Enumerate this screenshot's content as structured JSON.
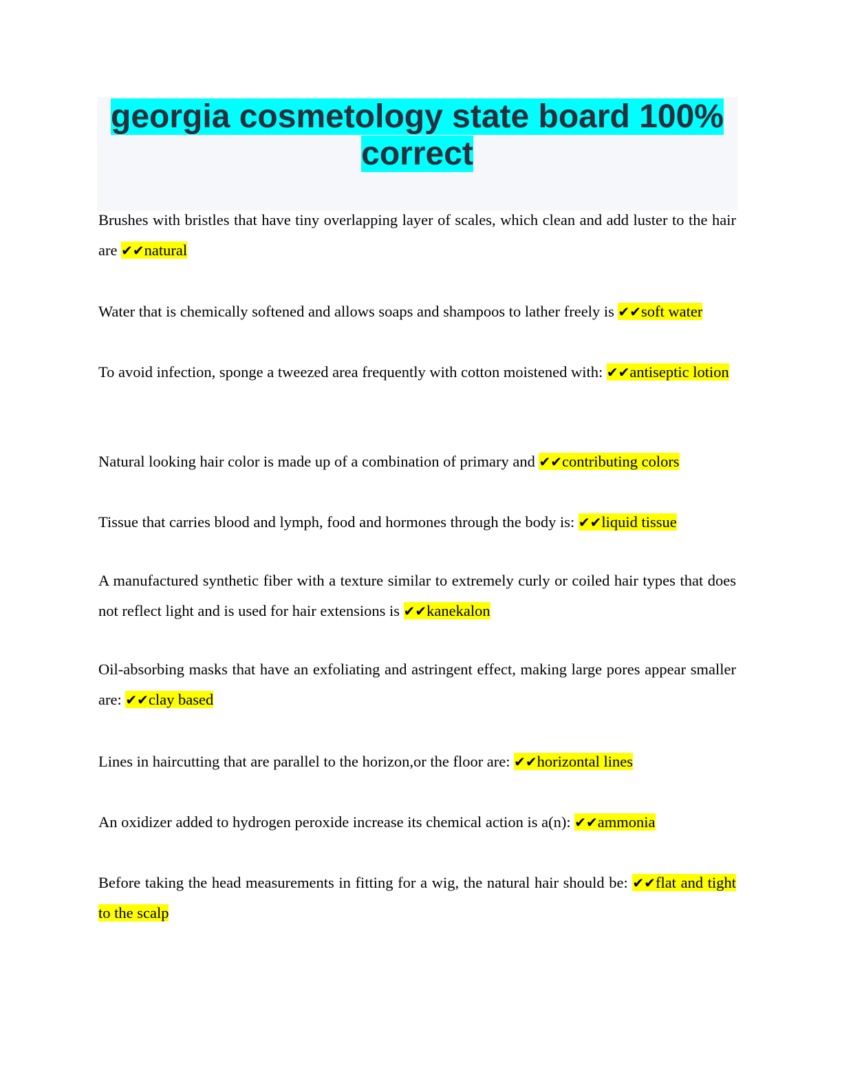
{
  "title": "georgia cosmetology state board 100% correct",
  "check_mark": "✔✔",
  "colors": {
    "title_highlight": "#00ffff",
    "answer_highlight": "#ffff00",
    "title_box": "#f6f7fa"
  },
  "items": [
    {
      "question": "Brushes with bristles that have tiny overlapping layer of scales, which clean and add luster to the hair are ",
      "answer": "natural"
    },
    {
      "question": "Water that is chemically softened and allows soaps and shampoos to lather freely is ",
      "answer": "soft water"
    },
    {
      "question": "To avoid infection, sponge a tweezed area frequently with cotton moistened with: ",
      "answer": "antiseptic lotion"
    },
    {
      "question": "Natural looking hair color is made up of a combination of primary and ",
      "answer": "contributing colors"
    },
    {
      "question": "Tissue that carries blood and lymph, food and hormones through the body is: ",
      "answer": "liquid tissue"
    },
    {
      "question": "A manufactured synthetic fiber with a texture similar to extremely curly or coiled hair types that does not reflect light and is used for hair extensions is ",
      "answer": "kanekalon"
    },
    {
      "question": "Oil-absorbing masks that have an exfoliating and astringent effect, making large pores appear smaller are: ",
      "answer": "clay based"
    },
    {
      "question": "Lines in haircutting that are parallel to the horizon,or the floor are: ",
      "answer": "horizontal lines"
    },
    {
      "question": "An oxidizer added to hydrogen peroxide increase its chemical action is a(n): ",
      "answer": "ammonia"
    },
    {
      "question": "Before taking the head measurements in fitting for a wig, the natural hair should be: ",
      "answer": "flat and tight to the scalp"
    }
  ]
}
